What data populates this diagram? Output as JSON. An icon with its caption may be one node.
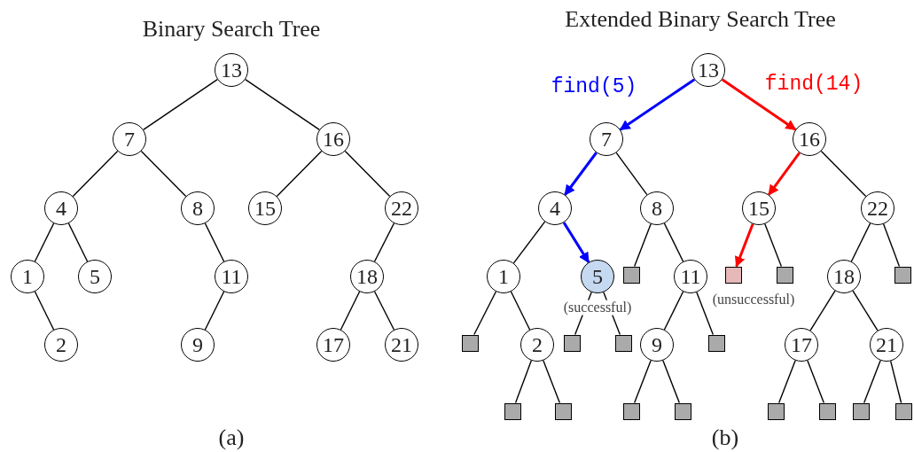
{
  "diagram": {
    "nodes": [
      {
        "text": [
          "13"
        ]
      },
      {
        "text": [
          "7"
        ]
      },
      {
        "text": [
          "16"
        ]
      },
      {
        "text": [
          "4"
        ]
      },
      {
        "text": [
          "8"
        ]
      },
      {
        "text": [
          "15"
        ]
      },
      {
        "text": [
          "22"
        ]
      },
      {
        "text": [
          "1"
        ]
      },
      {
        "text": [
          "5"
        ]
      },
      {
        "text": [
          "11"
        ]
      },
      {
        "text": [
          "18"
        ]
      },
      {
        "text": [
          "2"
        ]
      },
      {
        "text": [
          "9"
        ]
      },
      {
        "text": [
          "17"
        ]
      },
      {
        "text": [
          "21"
        ]
      },
      {
        "text": [
          "13"
        ]
      },
      {
        "text": [
          "7"
        ]
      },
      {
        "text": [
          "16"
        ]
      },
      {
        "text": [
          "4"
        ]
      },
      {
        "text": [
          "8"
        ]
      },
      {
        "text": [
          "15"
        ]
      },
      {
        "text": [
          "22"
        ]
      },
      {
        "text": [
          "1"
        ]
      },
      {
        "text": [
          "5"
        ],
        "beside": [
          "(successful)"
        ]
      },
      {
        "text": [],
        "shape": "box"
      },
      {
        "text": [
          "11"
        ]
      },
      {
        "text": [],
        "shape": "box",
        "beside": [
          "(unsuccessful)"
        ]
      },
      {
        "text": [],
        "shape": "box"
      },
      {
        "text": [
          "18"
        ]
      },
      {
        "text": [],
        "shape": "box"
      },
      {
        "text": [],
        "shape": "box"
      },
      {
        "text": [
          "2"
        ]
      },
      {
        "text": [],
        "shape": "box"
      },
      {
        "text": [],
        "shape": "box"
      },
      {
        "text": [
          "9"
        ]
      },
      {
        "text": [],
        "shape": "box"
      },
      {
        "text": [
          "17"
        ]
      },
      {
        "text": [
          "21"
        ]
      },
      {
        "text": [],
        "shape": "box"
      },
      {
        "text": [],
        "shape": "box"
      },
      {
        "text": [],
        "shape": "box"
      },
      {
        "text": [],
        "shape": "box"
      },
      {
        "text": [],
        "shape": "box"
      },
      {
        "text": [],
        "shape": "box"
      },
      {
        "text": [],
        "shape": "box"
      },
      {
        "text": [],
        "shape": "box"
      }
    ],
    "edges": [
      {
        "from": 0,
        "to": 1,
        "arrow": "none"
      },
      {
        "from": 0,
        "to": 2,
        "arrow": "none"
      },
      {
        "from": 1,
        "to": 3,
        "arrow": "none"
      },
      {
        "from": 1,
        "to": 4,
        "arrow": "none"
      },
      {
        "from": 2,
        "to": 5,
        "arrow": "none"
      },
      {
        "from": 2,
        "to": 6,
        "arrow": "none"
      },
      {
        "from": 3,
        "to": 7,
        "arrow": "none"
      },
      {
        "from": 3,
        "to": 8,
        "arrow": "none"
      },
      {
        "from": 4,
        "to": 9,
        "arrow": "none"
      },
      {
        "from": 6,
        "to": 10,
        "arrow": "none"
      },
      {
        "from": 7,
        "to": 11,
        "arrow": "none"
      },
      {
        "from": 9,
        "to": 12,
        "arrow": "none"
      },
      {
        "from": 10,
        "to": 13,
        "arrow": "none"
      },
      {
        "from": 10,
        "to": 14,
        "arrow": "none"
      },
      {
        "from": 15,
        "to": 16,
        "arrow": "to",
        "style": "thick",
        "color": "#0000ff"
      },
      {
        "from": 15,
        "to": 17,
        "arrow": "to",
        "style": "thick",
        "color": "#ff0000"
      },
      {
        "from": 16,
        "to": 18,
        "arrow": "to",
        "style": "thick",
        "color": "#0000ff"
      },
      {
        "from": 16,
        "to": 19,
        "arrow": "none"
      },
      {
        "from": 17,
        "to": 20,
        "arrow": "to",
        "style": "thick",
        "color": "#ff0000"
      },
      {
        "from": 17,
        "to": 21,
        "arrow": "none"
      },
      {
        "from": 18,
        "to": 22,
        "arrow": "none"
      },
      {
        "from": 18,
        "to": 23,
        "arrow": "to",
        "style": "thick",
        "color": "#0000ff"
      },
      {
        "from": 19,
        "to": 24,
        "arrow": "none"
      },
      {
        "from": 19,
        "to": 25,
        "arrow": "none"
      },
      {
        "from": 20,
        "to": 26,
        "arrow": "to",
        "style": "thick",
        "color": "#ff0000"
      },
      {
        "from": 20,
        "to": 27,
        "arrow": "none"
      },
      {
        "from": 21,
        "to": 28,
        "arrow": "none"
      },
      {
        "from": 21,
        "to": 29,
        "arrow": "none"
      },
      {
        "from": 22,
        "to": 30,
        "arrow": "none"
      },
      {
        "from": 22,
        "to": 31,
        "arrow": "none"
      },
      {
        "from": 23,
        "to": 32,
        "arrow": "none"
      },
      {
        "from": 23,
        "to": 33,
        "arrow": "none"
      },
      {
        "from": 25,
        "to": 34,
        "arrow": "none"
      },
      {
        "from": 25,
        "to": 35,
        "arrow": "none"
      },
      {
        "from": 28,
        "to": 36,
        "arrow": "none"
      },
      {
        "from": 28,
        "to": 37,
        "arrow": "none"
      },
      {
        "from": 31,
        "to": 38,
        "arrow": "none"
      },
      {
        "from": 31,
        "to": 39,
        "arrow": "none"
      },
      {
        "from": 34,
        "to": 40,
        "arrow": "none"
      },
      {
        "from": 34,
        "to": 41,
        "arrow": "none"
      },
      {
        "from": 36,
        "to": 42,
        "arrow": "none"
      },
      {
        "from": 36,
        "to": 43,
        "arrow": "none"
      },
      {
        "from": 37,
        "to": 44,
        "arrow": "none"
      },
      {
        "from": 37,
        "to": 45,
        "arrow": "none"
      }
    ],
    "labels": [
      "Extended Binary Search Tree",
      "Binary Search Tree",
      "find(5)",
      "find(14)",
      "(a)",
      "(b)"
    ]
  }
}
